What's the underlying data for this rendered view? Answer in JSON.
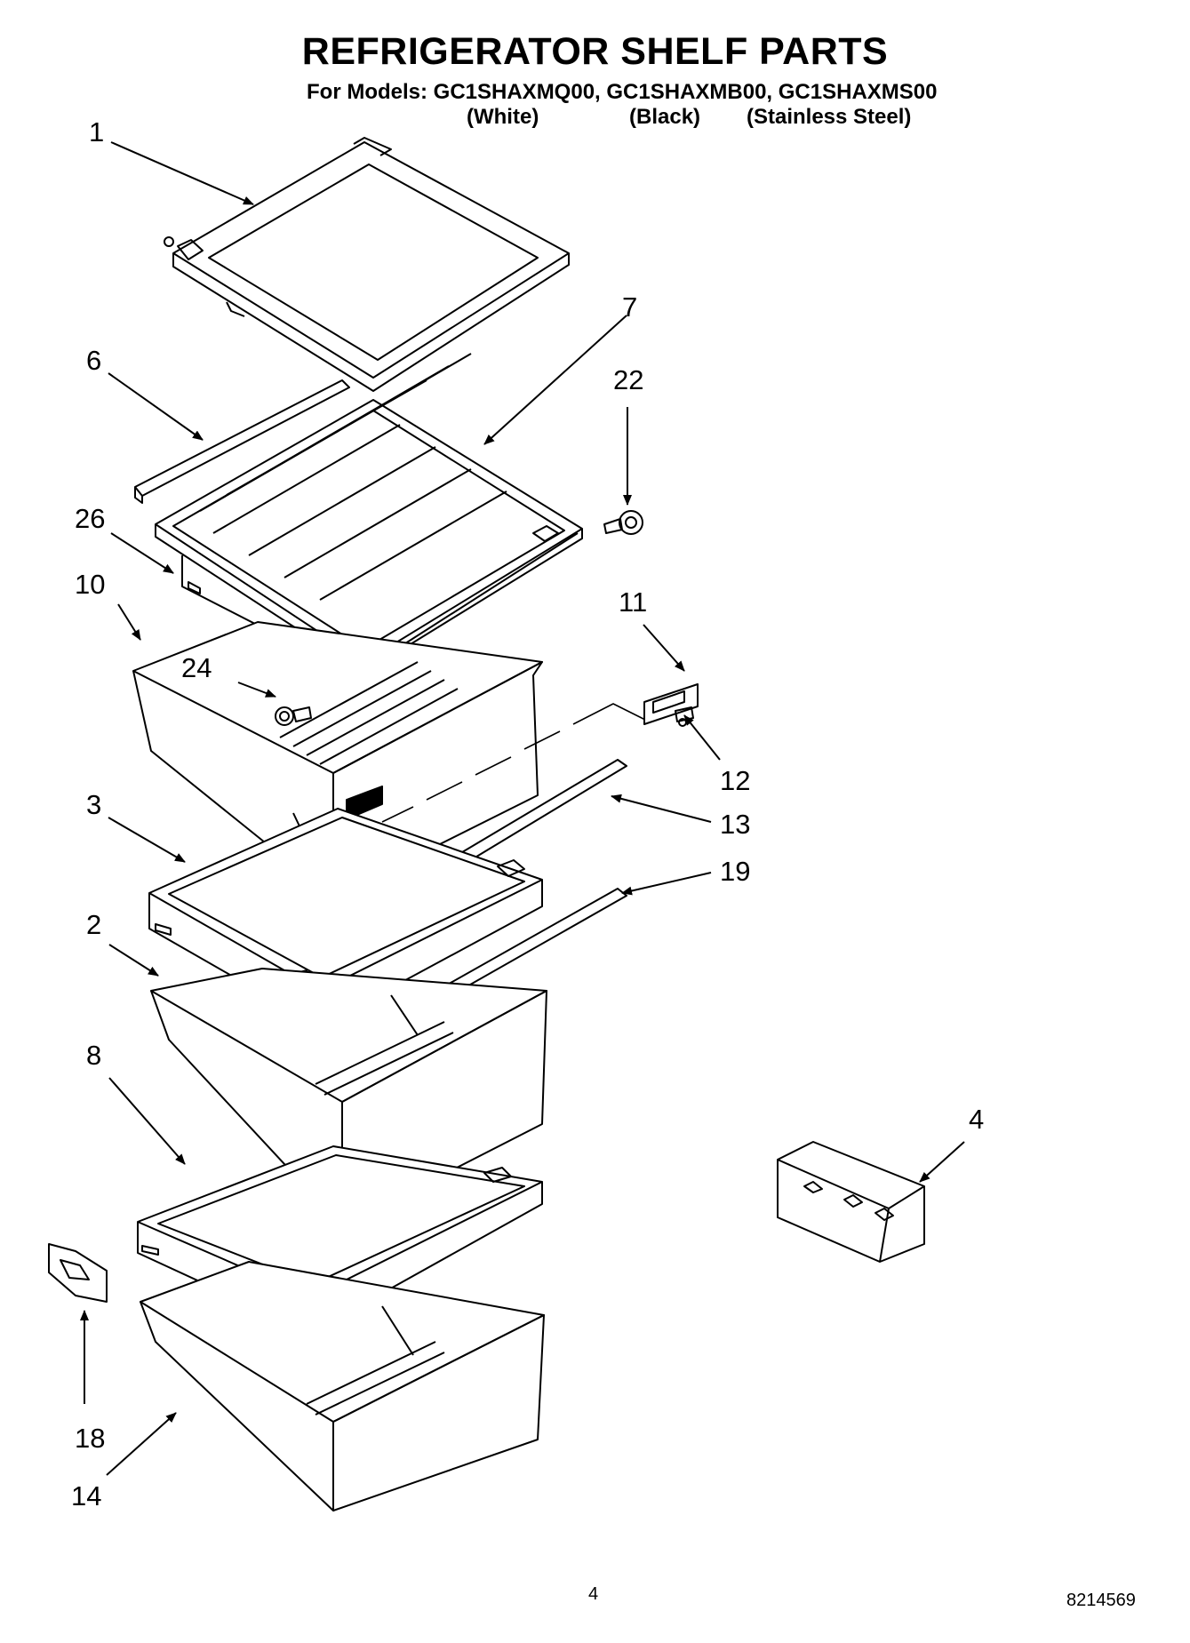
{
  "header": {
    "title": "REFRIGERATOR SHELF PARTS",
    "models_line": "For Models: GC1SHAXMQ00, GC1SHAXMB00, GC1SHAXMS00",
    "variants": [
      "(White)",
      "(Black)",
      "(Stainless Steel)"
    ]
  },
  "callouts": [
    "1",
    "7",
    "6",
    "22",
    "26",
    "10",
    "11",
    "24",
    "12",
    "3",
    "13",
    "19",
    "2",
    "8",
    "4",
    "18",
    "14"
  ],
  "footer": {
    "page_number": "4",
    "doc_number": "8214569"
  }
}
